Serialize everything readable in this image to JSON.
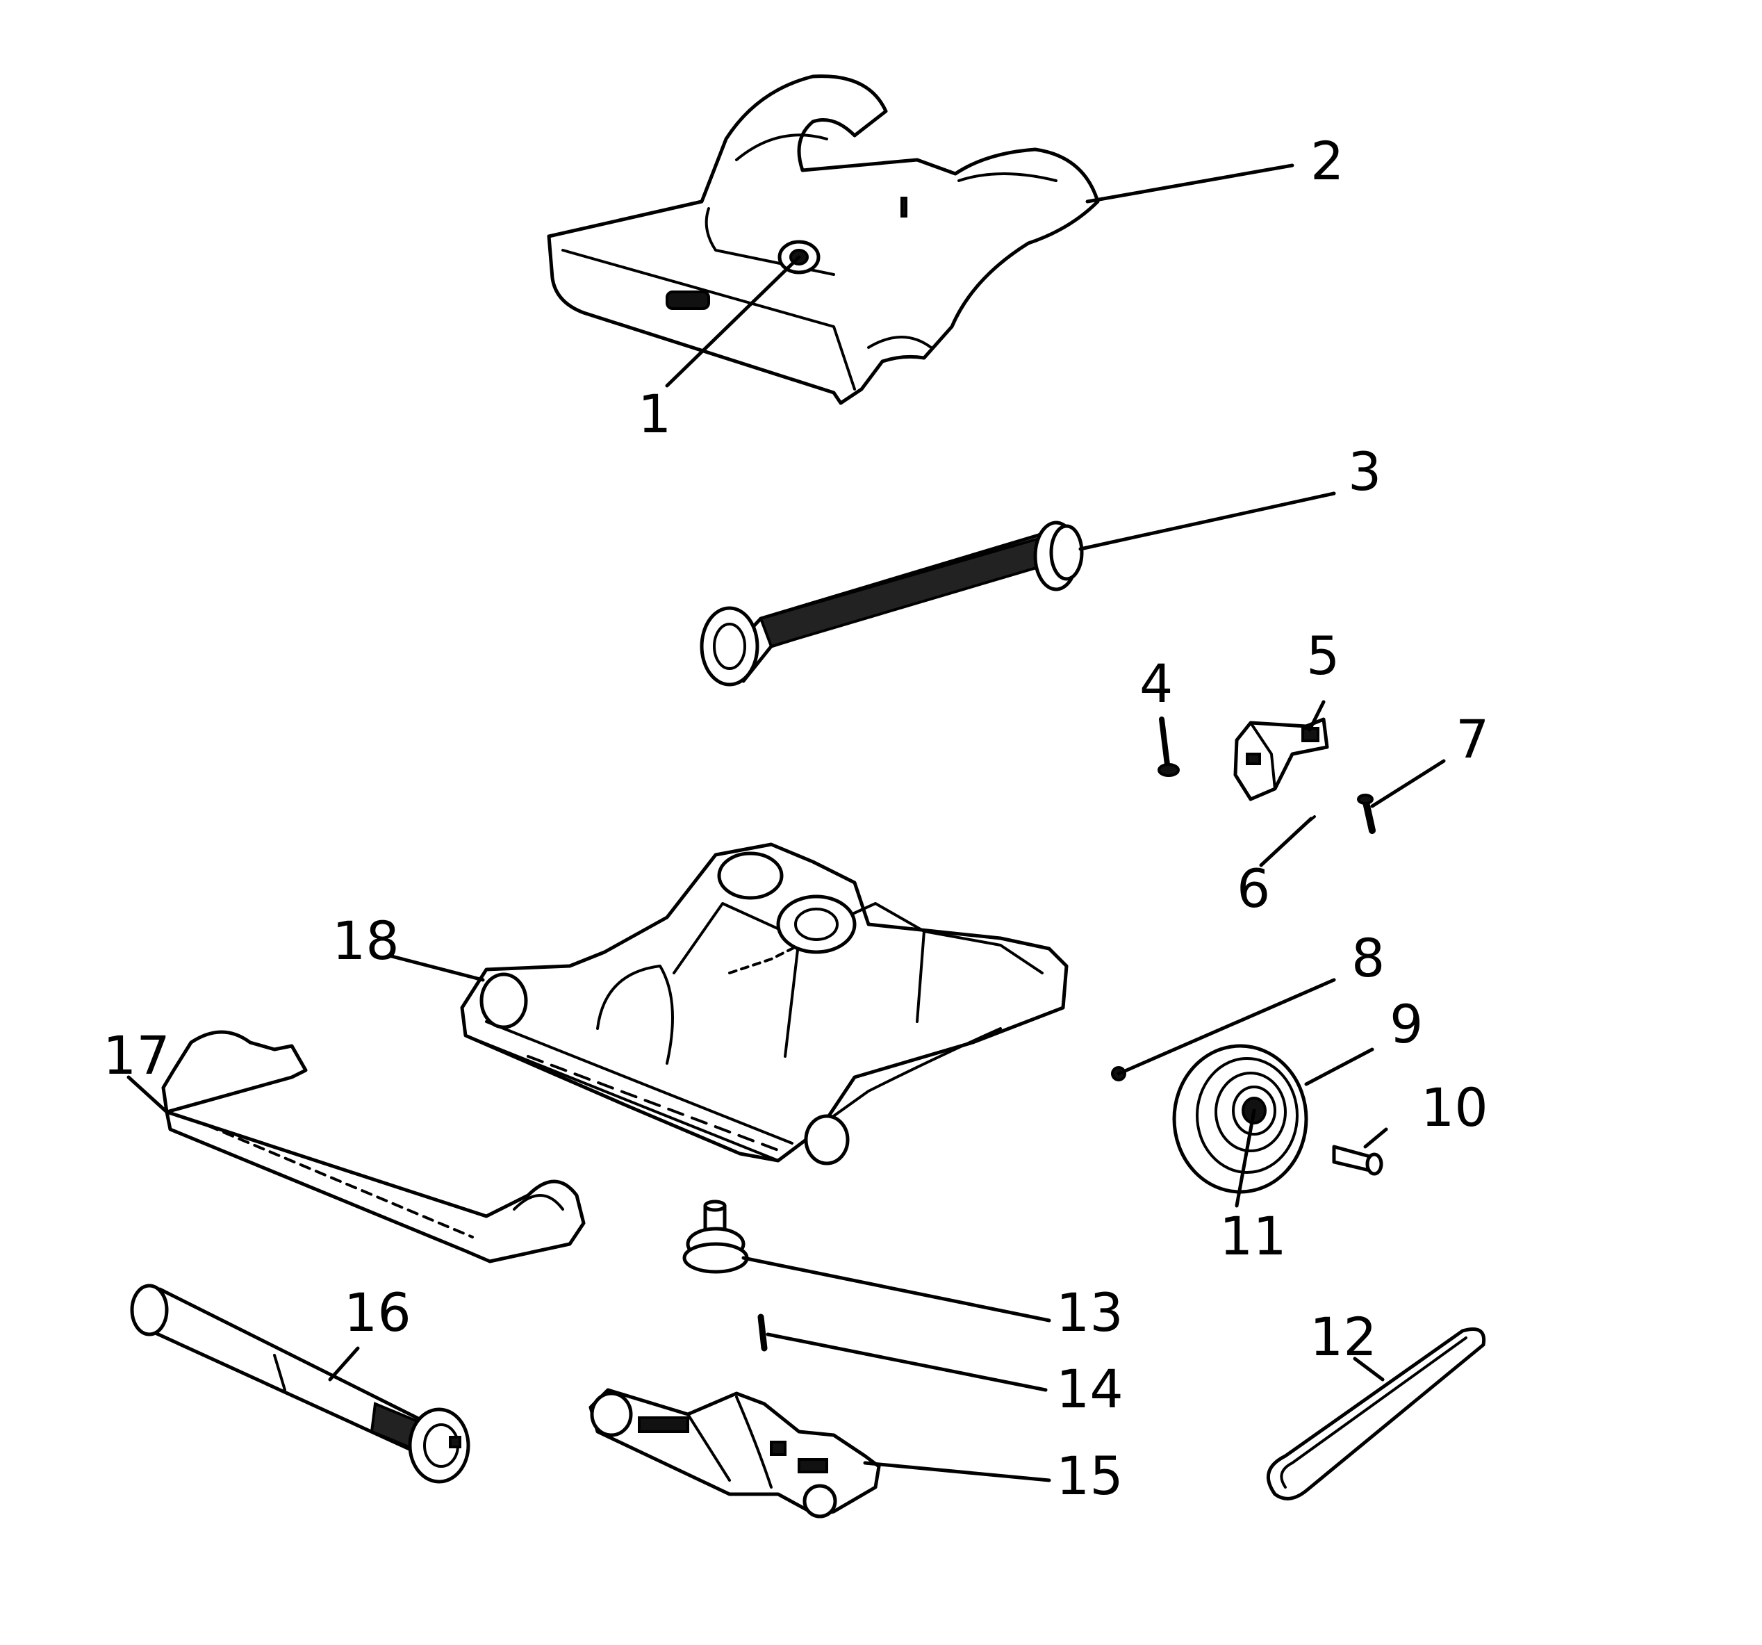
{
  "callouts": [
    "1",
    "2",
    "3",
    "4",
    "5",
    "6",
    "7",
    "8",
    "9",
    "10",
    "11",
    "12",
    "13",
    "14",
    "15",
    "16",
    "17",
    "18"
  ],
  "parts": [
    {
      "callout": "1",
      "icon": "knob-icon"
    },
    {
      "callout": "2",
      "icon": "hood-cover-icon"
    },
    {
      "callout": "3",
      "icon": "hose-icon"
    },
    {
      "callout": "4",
      "icon": "screw-icon"
    },
    {
      "callout": "5",
      "icon": "latch-icon"
    },
    {
      "callout": "6",
      "icon": "spring-icon"
    },
    {
      "callout": "7",
      "icon": "screw-icon"
    },
    {
      "callout": "8",
      "icon": "axle-icon"
    },
    {
      "callout": "9",
      "icon": "wheel-icon"
    },
    {
      "callout": "10",
      "icon": "screw-icon"
    },
    {
      "callout": "11",
      "icon": "hubcap-icon"
    },
    {
      "callout": "12",
      "icon": "belt-icon"
    },
    {
      "callout": "13",
      "icon": "pulley-icon"
    },
    {
      "callout": "14",
      "icon": "pin-icon"
    },
    {
      "callout": "15",
      "icon": "motor-assembly-icon"
    },
    {
      "callout": "16",
      "icon": "brushroll-icon"
    },
    {
      "callout": "17",
      "icon": "bumper-plate-icon"
    },
    {
      "callout": "18",
      "icon": "base-frame-icon"
    }
  ]
}
